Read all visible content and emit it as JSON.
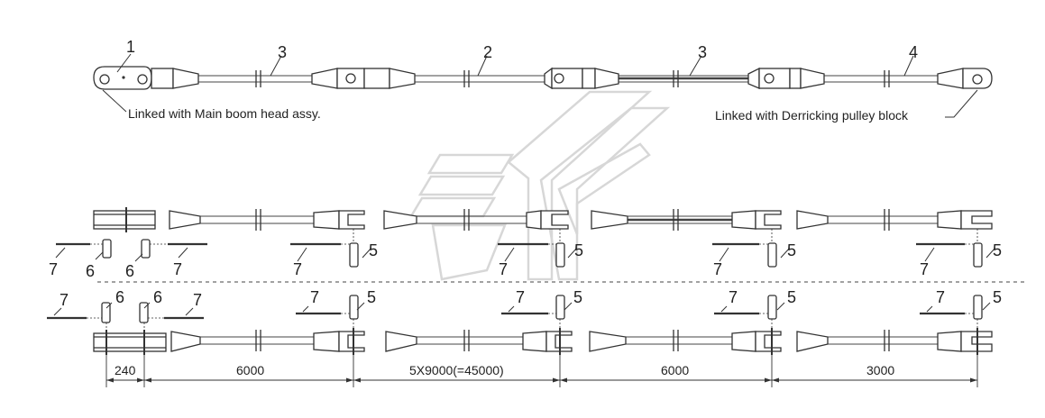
{
  "callouts": {
    "c1": "1",
    "c2": "2",
    "c3a": "3",
    "c3b": "3",
    "c4": "4",
    "c5": "5",
    "c6": "6",
    "c7": "7"
  },
  "captions": {
    "left": "Linked with Main boom head assy.",
    "right": "Linked with Derricking pulley block"
  },
  "dimensions": {
    "d1": "240",
    "d2": "6000",
    "d3": "5X9000(=45000)",
    "d4": "6000",
    "d5": "3000"
  }
}
